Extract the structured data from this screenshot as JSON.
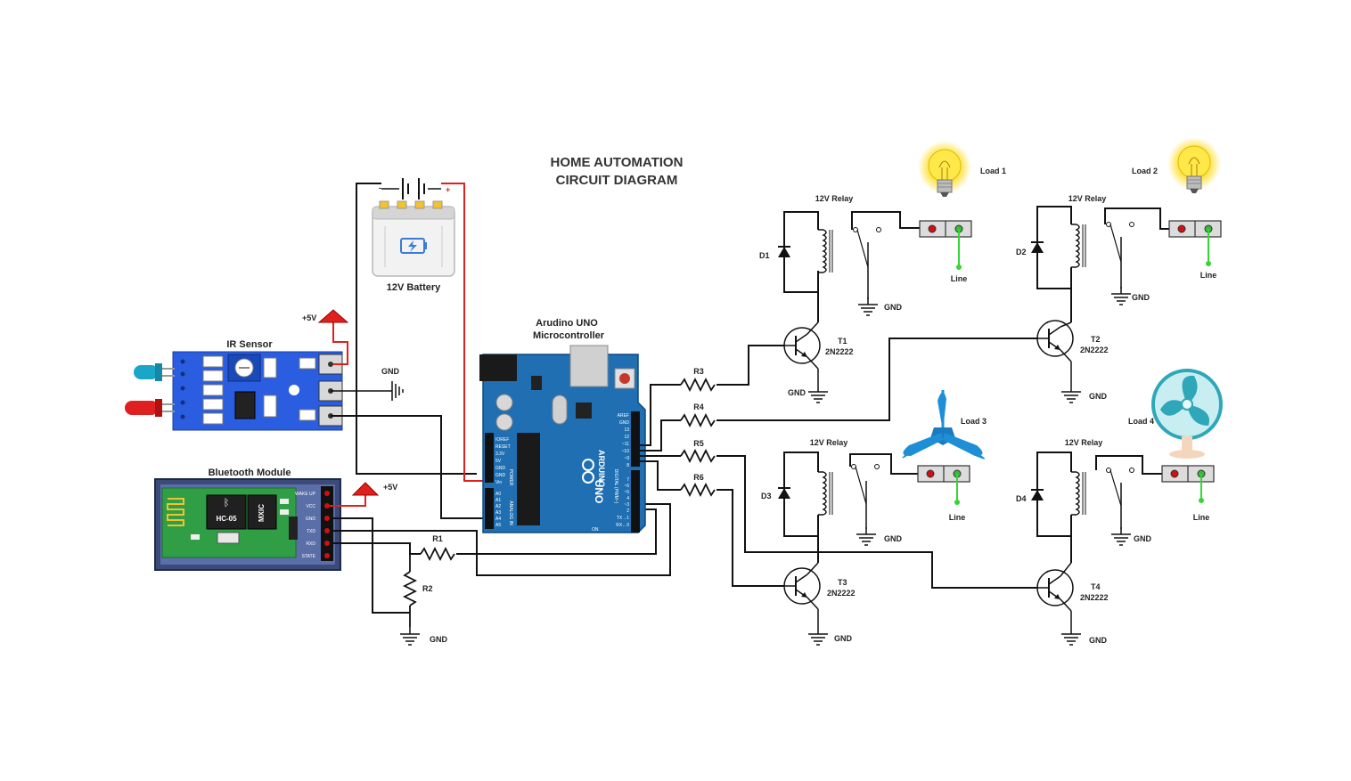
{
  "title": {
    "line1": "HOME AUTOMATION",
    "line2": "CIRCUIT DIAGRAM"
  },
  "battery": {
    "label": "12V Battery",
    "minus": "-",
    "plus": "+"
  },
  "arduino": {
    "line1": "Arudino UNO",
    "line2": "Microcontroller",
    "brand": "ARDUINO",
    "model": "UNO",
    "power_header": "POWER",
    "analog_header": "ANALOG IN",
    "digital_header": "DIGITAL (PWM~)",
    "on_label": "ON",
    "power_pins": [
      "IOREF",
      "RESET",
      "3.3V",
      "5V",
      "GND",
      "GND",
      "Vin"
    ],
    "analog_pins": [
      "A0",
      "A1",
      "A2",
      "A3",
      "A4",
      "A5"
    ],
    "digital_pins_top": [
      "AREF",
      "GND",
      "13",
      "12",
      "~11",
      "~10",
      "~9",
      "8"
    ],
    "digital_pins_bottom": [
      "7",
      "~6",
      "~5",
      "4",
      "~3",
      "2",
      "TX→1",
      "RX←0"
    ]
  },
  "ir_sensor": {
    "label": "IR Sensor",
    "vcc": "+5V",
    "gnd": "GND"
  },
  "bluetooth": {
    "label": "Bluetooth Module",
    "vcc": "+5V",
    "chip": "HC-05",
    "brand": "MXIC",
    "pins": [
      "WAKE UP",
      "VCC",
      "GND",
      "TXD",
      "RXD",
      "STATE"
    ]
  },
  "resistors": {
    "r1": "R1",
    "r2": "R2",
    "r3": "R3",
    "r4": "R4",
    "r5": "R5",
    "r6": "R6"
  },
  "gnd": "GND",
  "channels": [
    {
      "relay": "12V Relay",
      "diode": "D1",
      "transistor": "T1",
      "part": "2N2222",
      "load": "Load 1",
      "line": "Line",
      "load_type": "bulb-icon"
    },
    {
      "relay": "12V Relay",
      "diode": "D2",
      "transistor": "T2",
      "part": "2N2222",
      "load": "Load 2",
      "line": "Line",
      "load_type": "bulb-icon"
    },
    {
      "relay": "12V Relay",
      "diode": "D3",
      "transistor": "T3",
      "part": "2N2222",
      "load": "Load 3",
      "line": "Line",
      "load_type": "ceiling-fan-icon"
    },
    {
      "relay": "12V Relay",
      "diode": "D4",
      "transistor": "T4",
      "part": "2N2222",
      "load": "Load 4",
      "line": "Line",
      "load_type": "table-fan-icon"
    }
  ],
  "colors": {
    "board_blue": "#1f6fb2",
    "sensor_blue": "#2a5de0",
    "bt_green": "#2f9e44",
    "wire_red": "#e0201c",
    "line_green": "#37d437",
    "fan_blue": "#1e8fd6"
  }
}
